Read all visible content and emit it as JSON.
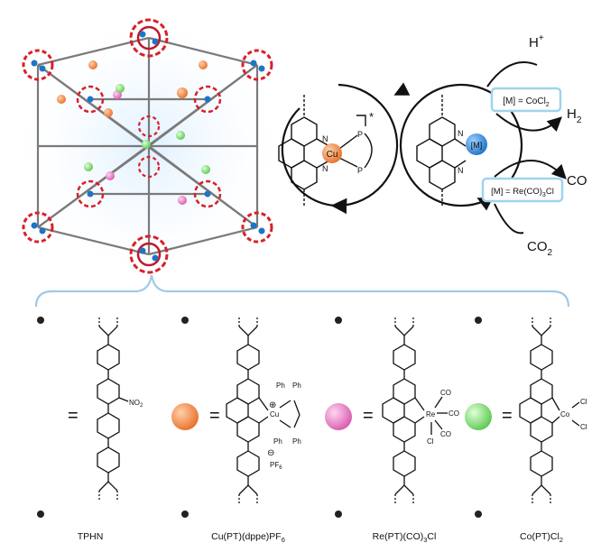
{
  "cycle": {
    "cu_label": "Cu",
    "p_label": "P",
    "n_label": "N",
    "excited_mark": "*",
    "m_label": "[M]",
    "box_top": "[M] = CoCl",
    "box_top_sub": "2",
    "box_bottom": "[M] = Re(CO)",
    "box_bottom_sub": "3",
    "box_bottom_tail": "Cl",
    "h_plus": "H",
    "h_plus_sup": "+",
    "h2": "H",
    "h2_sub": "2",
    "co": "CO",
    "co2": "CO",
    "co2_sub": "2"
  },
  "linkers": [
    {
      "name": "TPHN",
      "color": "#444444",
      "substituent": "NO",
      "substituent_sub": "2"
    },
    {
      "name": "Cu(PT)(dppe)PF",
      "name_sub": "6",
      "color": "#f0883a",
      "metal": "Cu",
      "ligands": [
        "Ph",
        "Ph",
        "Ph",
        "Ph"
      ],
      "charge_plus": "⊕",
      "charge_minus": "⊖",
      "counterion": "PF",
      "counterion_sub": "6"
    },
    {
      "name": "Re(PT)(CO)",
      "name_sub": "3",
      "name_tail": "Cl",
      "color": "#e879c4",
      "metal": "Re",
      "ligands": [
        "CO",
        "CO",
        "CO",
        "Cl"
      ]
    },
    {
      "name": "Co(PT)Cl",
      "name_sub": "2",
      "color": "#7fe07a",
      "metal": "Co",
      "ligands": [
        "Cl",
        "Cl"
      ]
    }
  ],
  "equals": "=",
  "colors": {
    "frame": "#9fc9e8",
    "copper": "#f0883a",
    "metal_blue": "#2a8ad8",
    "box": "#9fd4ee"
  }
}
